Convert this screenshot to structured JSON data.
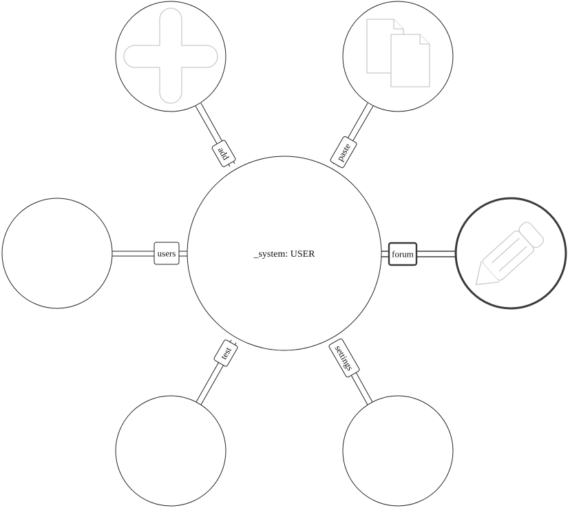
{
  "center": {
    "label": "_system: USER"
  },
  "nodes": [
    {
      "id": "add",
      "label": "add",
      "icon": "plus-icon",
      "active": false
    },
    {
      "id": "paste",
      "label": "paste",
      "icon": "paste-icon",
      "active": false
    },
    {
      "id": "forum",
      "label": "forum",
      "icon": "pencil-icon",
      "active": true
    },
    {
      "id": "settings",
      "label": "settings",
      "icon": "",
      "active": false
    },
    {
      "id": "test",
      "label": "test",
      "icon": "",
      "active": false
    },
    {
      "id": "users",
      "label": "users",
      "icon": "",
      "active": false
    }
  ]
}
